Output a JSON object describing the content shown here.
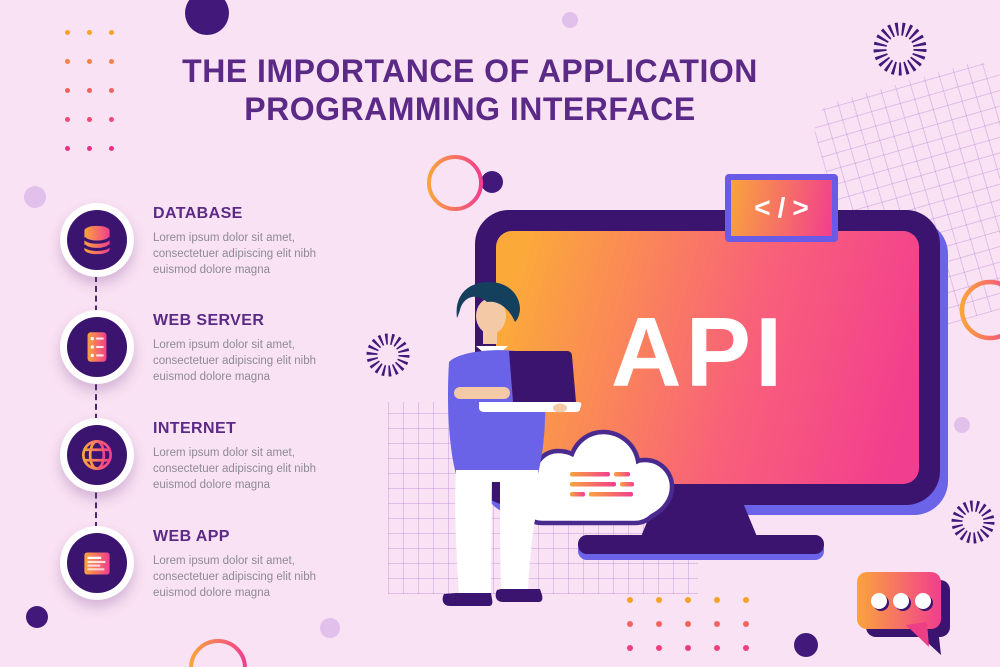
{
  "title": {
    "text": "THE IMPORTANCE OF APPLICATION PROGRAMMING INTERFACE"
  },
  "list": {
    "items": [
      {
        "label": "DATABASE",
        "icon": "database-icon",
        "description": "Lorem ipsum dolor sit amet, consectetuer adipiscing elit nibh euismod dolore magna"
      },
      {
        "label": "WEB SERVER",
        "icon": "web-server-icon",
        "description": "Lorem ipsum dolor sit amet, consectetuer adipiscing elit nibh euismod dolore magna"
      },
      {
        "label": "INTERNET",
        "icon": "internet-icon",
        "description": "Lorem ipsum dolor sit amet, consectetuer adipiscing elit nibh euismod dolore magna"
      },
      {
        "label": "WEB APP",
        "icon": "web-app-icon",
        "description": "Lorem ipsum dolor sit amet, consectetuer adipiscing elit nibh euismod dolore magna"
      }
    ]
  },
  "monitor": {
    "screen_label": "API"
  },
  "code_badge": {
    "symbol": "</>"
  },
  "colors": {
    "background": "#f9e2f3",
    "title_purple": "#5b2a87",
    "dark_purple": "#3b1470",
    "periwinkle": "#6b63e8",
    "gradient_start": "#f9a43c",
    "gradient_end": "#f23e8e",
    "body_text": "#8e8a96",
    "lavender": "#e2c0ec"
  }
}
